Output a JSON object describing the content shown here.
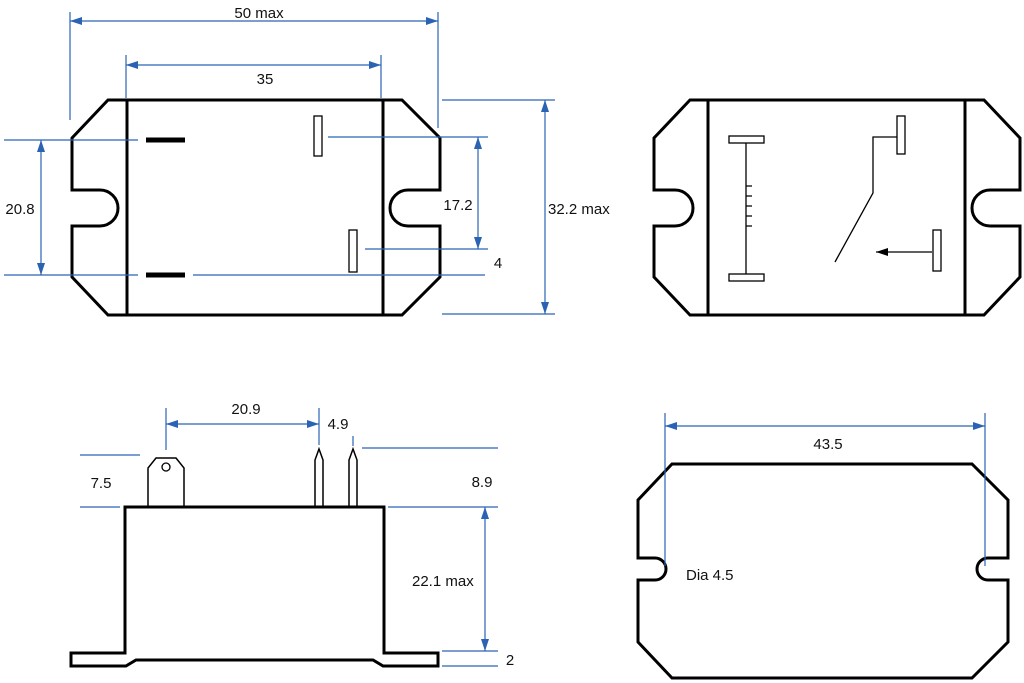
{
  "colors": {
    "outline": "#000000",
    "dimension": "#2a63b4",
    "text": "#111111",
    "background": "#ffffff"
  },
  "views": {
    "top_view": {
      "overall_width": "50 max",
      "slot_spacing": "35",
      "pin_row_spacing": "20.8",
      "pin_spacing_short": "17.2",
      "pin_width": "4",
      "overall_depth": "32.2 max"
    },
    "schematic_view": {
      "symbols": [
        "coil-symbol",
        "switch-contact-symbol",
        "fixed-contact-symbol",
        "arrow-symbol"
      ]
    },
    "side_view": {
      "terminal_offset": "20.9",
      "terminal_pitch": "4.9",
      "terminal_height_left": "7.5",
      "terminal_height_right": "8.9",
      "body_height": "22.1 max",
      "flange_thickness": "2"
    },
    "bottom_view": {
      "mounting_spacing": "43.5",
      "hole_diameter": "Dia 4.5"
    }
  }
}
